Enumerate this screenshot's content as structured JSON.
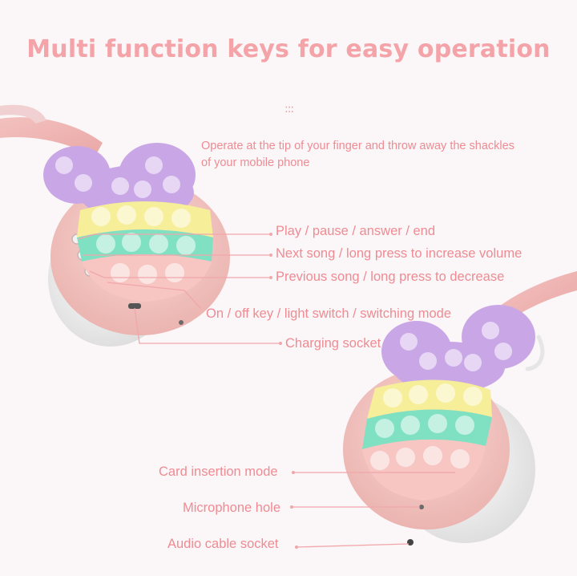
{
  "title": "Multi function keys for easy operation",
  "dots": ":::",
  "subtitle": "Operate at the tip of your finger and throw away the shackles of your mobile phone",
  "labels": {
    "play_pause": "Play / pause / answer / end",
    "next_song": "Next song / long press to increase volume",
    "previous_song": "Previous song / long press to decrease",
    "on_off": "On / off key / light switch / switching mode",
    "charging": "Charging socket",
    "card_mode": "Card insertion mode",
    "microphone": "Microphone hole",
    "audio_cable": "Audio cable socket"
  },
  "colors": {
    "background": "#fbf6f7",
    "title": "#f4a3a8",
    "label_text": "#ef8b93",
    "leader_line": "#f0a7ac",
    "headphone_shell": "#f4c6c3",
    "ear_pad": "#efefef",
    "purple": "#c9a7e6",
    "yellow": "#f6ee98",
    "green": "#7fe0c2",
    "pink": "#f7c6c2"
  }
}
